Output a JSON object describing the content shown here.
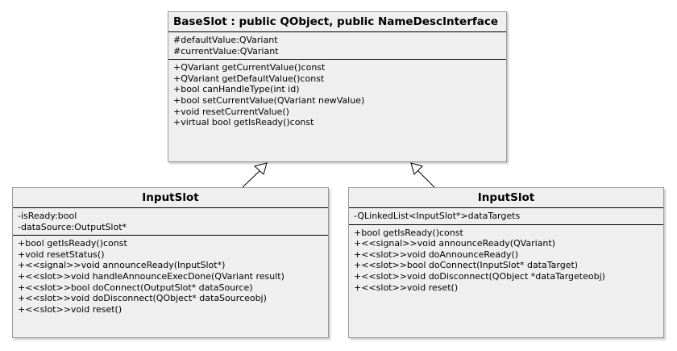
{
  "base_class": {
    "title": "BaseSlot : public QObject, public NameDescInterface",
    "attributes": [
      "#defaultValue:QVariant",
      "#currentValue:QVariant"
    ],
    "methods": [
      "+QVariant getCurrentValue()const",
      "+QVariant getDefaultValue()const",
      "+bool canHandleType(int id)",
      "+bool setCurrentValue(QVariant newValue)",
      "+void resetCurrentValue()",
      "+virtual bool getIsReady()const"
    ]
  },
  "input_slot": {
    "title": "InputSlot",
    "attributes": [
      "-isReady:bool",
      "-dataSource:OutputSlot*"
    ],
    "methods": [
      "+bool getIsReady()const",
      "+void resetStatus()",
      "+<<signal>>void announceReady(InputSlot*)",
      "+<<slot>>void handleAnnounceExecDone(QVariant result)",
      "+<<slot>>bool doConnect(OutputSlot* dataSource)",
      "+<<slot>>void doDisconnect(QObject* dataSourceobj)",
      "+<<slot>>void reset()"
    ]
  },
  "output_slot": {
    "title": "InputSlot",
    "attributes": [
      "-QLinkedList<InputSlot*>dataTargets"
    ],
    "methods": [
      "+bool getIsReady()const",
      "+<<signal>>void announceReady(QVariant)",
      "+<<slot>>void doAnnounceReady()",
      "+<<slot>>bool doConnect(InputSlot* dataTarget)",
      "+<<slot>>void doDisconnect(QObject *dataTargeteobj)",
      "+<<slot>>void reset()"
    ]
  },
  "colors": {
    "box_fill": "#efefef",
    "box_border": "#9a9a9a",
    "line": "#000000"
  }
}
